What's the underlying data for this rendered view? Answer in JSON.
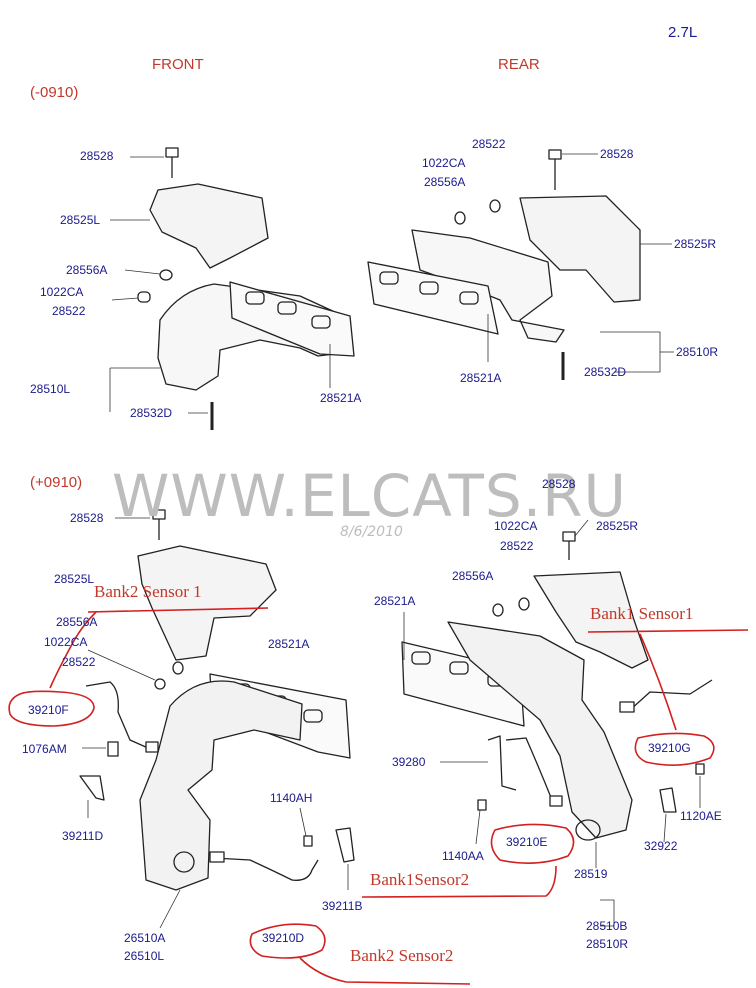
{
  "header": {
    "engine": "2.7L",
    "front": "FRONT",
    "rear": "REAR",
    "period_old": "(-0910)",
    "period_new": "(+0910)"
  },
  "watermark": {
    "site": "WWW.ELCATS.RU",
    "date": "8/6/2010"
  },
  "parts_old_front": {
    "p28528": "28528",
    "p28525L": "28525L",
    "p28556A": "28556A",
    "p1022CA": "1022CA",
    "p28522": "28522",
    "p28510L": "28510L",
    "p28532D": "28532D",
    "p28521A": "28521A"
  },
  "parts_old_rear": {
    "p28522": "28522",
    "p1022CA": "1022CA",
    "p28556A": "28556A",
    "p28528": "28528",
    "p28525R": "28525R",
    "p28510R": "28510R",
    "p28521A": "28521A",
    "p28532D": "28532D"
  },
  "parts_new_front": {
    "p28528": "28528",
    "p28525L": "28525L",
    "p28556A": "28556A",
    "p1022CA": "1022CA",
    "p28522": "28522",
    "p28521A": "28521A",
    "p39210F": "39210F",
    "p1076AM": "1076AM",
    "p39211D": "39211D",
    "p1140AH": "1140AH",
    "p39211B": "39211B",
    "p26510A": "26510A",
    "p26510L": "26510L",
    "p39210D": "39210D"
  },
  "parts_new_rear": {
    "p28528": "28528",
    "p1022CA": "1022CA",
    "p28522": "28522",
    "p28525R": "28525R",
    "p28556A": "28556A",
    "p28521A": "28521A",
    "p39280": "39280",
    "p39210G": "39210G",
    "p1120AE": "1120AE",
    "p32922": "32922",
    "p1140AA": "1140AA",
    "p39210E": "39210E",
    "p28519": "28519",
    "p28510B": "28510B",
    "p28510R": "28510R"
  },
  "annotations": {
    "bank2_sensor1": "Bank2 Sensor 1",
    "bank1_sensor1": "Bank1 Sensor1",
    "bank1_sensor2": "Bank1Sensor2",
    "bank2_sensor2": "Bank2 Sensor2"
  },
  "colors": {
    "label": "#1a1a8c",
    "annotation": "#c0392b",
    "line": "#222222",
    "watermark": "#bdbdbd"
  }
}
